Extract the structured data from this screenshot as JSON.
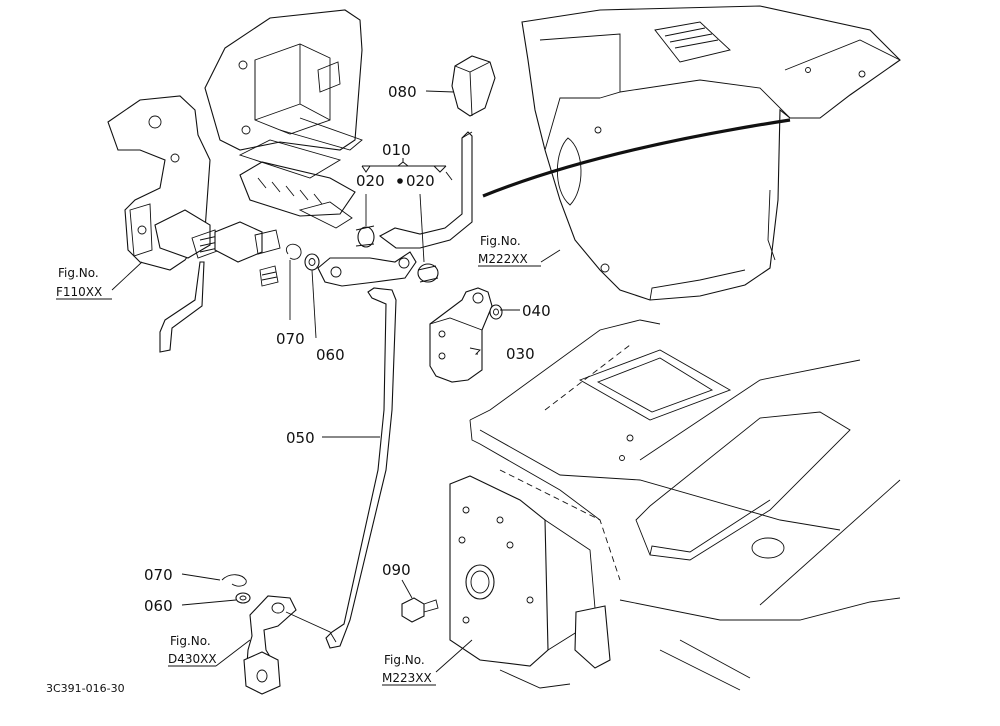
{
  "parts": {
    "p010": "010",
    "p020a": "020",
    "p020b": "020",
    "p030": "030",
    "p040": "040",
    "p050": "050",
    "p060a": "060",
    "p060b": "060",
    "p070a": "070",
    "p070b": "070",
    "p080": "080",
    "p090": "090"
  },
  "fig_refs": {
    "f110": {
      "prefix": "Fig.No.",
      "code": "F110XX"
    },
    "m222": {
      "prefix": "Fig.No.",
      "code": "M222XX"
    },
    "d430": {
      "prefix": "Fig.No.",
      "code": "D430XX"
    },
    "m223": {
      "prefix": "Fig.No.",
      "code": "M223XX"
    }
  },
  "drawing_code": "3C391-016-30"
}
